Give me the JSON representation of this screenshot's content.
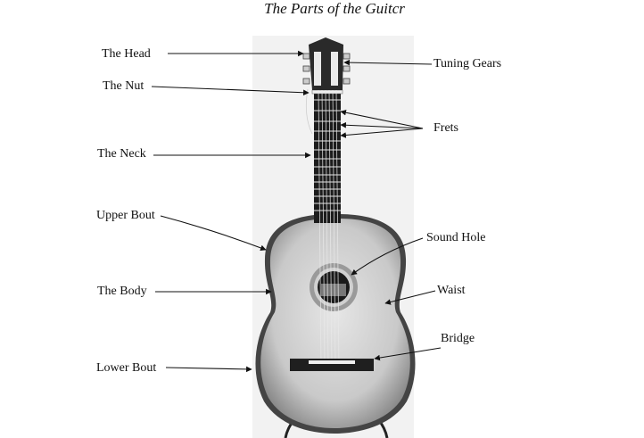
{
  "title": "The Parts of the Guitcr",
  "labels": {
    "head": "The Head",
    "nut": "The Nut",
    "neck": "The Neck",
    "upper_bout": "Upper Bout",
    "body": "The Body",
    "lower_bout": "Lower Bout",
    "tuning_gears": "Tuning Gears",
    "frets": "Frets",
    "sound_hole": "Sound Hole",
    "waist": "Waist",
    "bridge": "Bridge"
  }
}
